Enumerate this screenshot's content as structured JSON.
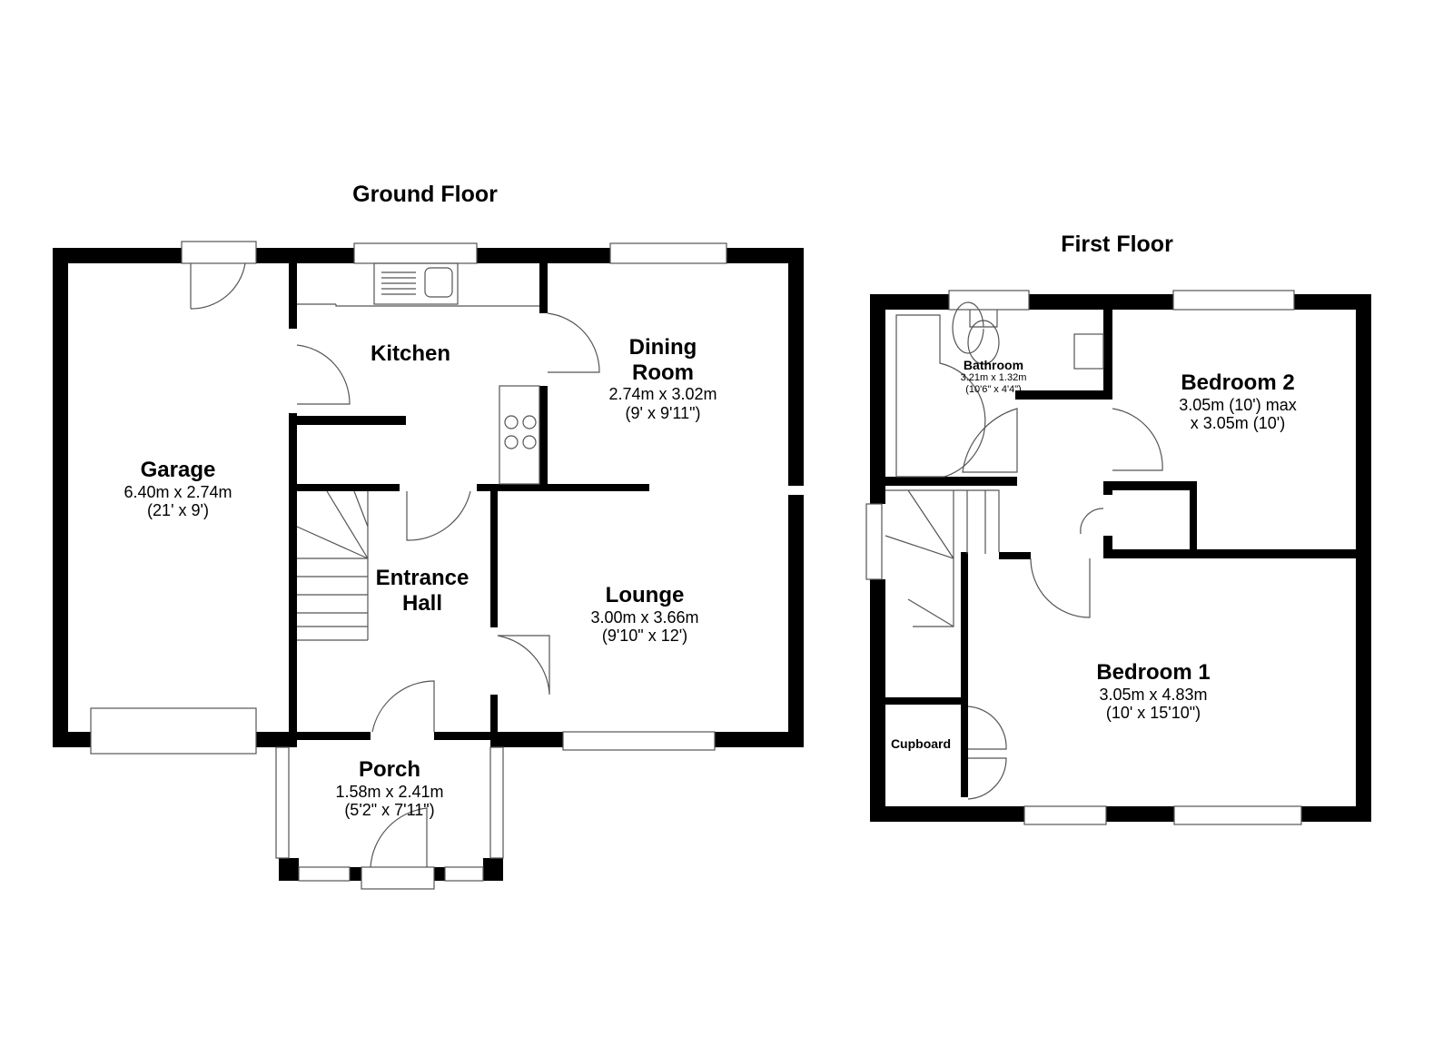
{
  "floors": [
    {
      "title": "Ground Floor",
      "rooms": [
        {
          "name": "Garage",
          "metric": "6.40m x 2.74m",
          "imperial": "(21' x 9')"
        },
        {
          "name": "Kitchen"
        },
        {
          "name": "Dining Room",
          "metric": "2.74m x 3.02m",
          "imperial": "(9' x 9'11\")"
        },
        {
          "name": "Entrance Hall"
        },
        {
          "name": "Lounge",
          "metric": "3.00m x 3.66m",
          "imperial": "(9'10\" x 12')"
        },
        {
          "name": "Porch",
          "metric": "1.58m x 2.41m",
          "imperial": "(5'2\" x 7'11\")"
        }
      ]
    },
    {
      "title": "First Floor",
      "rooms": [
        {
          "name": "Bathroom",
          "metric": "3.21m x 1.32m",
          "imperial": "(10'6\" x 4'4\")"
        },
        {
          "name": "Bedroom 2",
          "metric": "3.05m (10') max",
          "imperial": "x 3.05m (10')"
        },
        {
          "name": "Bedroom 1",
          "metric": "3.05m x 4.83m",
          "imperial": "(10' x 15'10\")"
        },
        {
          "name": "Cupboard"
        }
      ]
    }
  ]
}
